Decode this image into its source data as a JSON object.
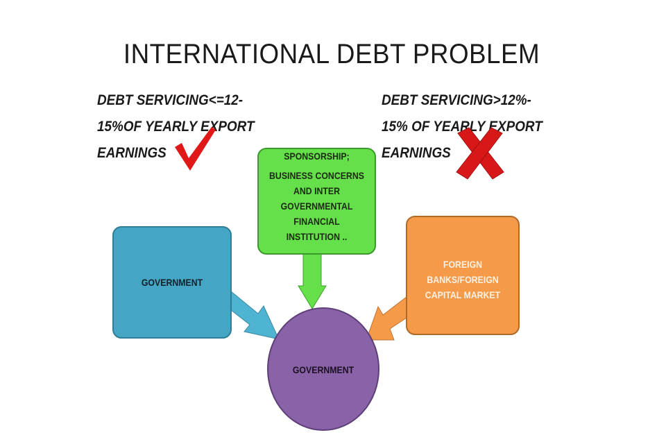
{
  "title": "INTERNATIONAL DEBT PROBLEM",
  "conditions": {
    "acceptable": {
      "text": "DEBT SERVICING<=12-\n15%OF YEARLY EXPORT\nEARNINGS",
      "icon": "check-icon",
      "color": "#e01010"
    },
    "unacceptable": {
      "text": "DEBT SERVICING>12%-\n15% OF YEARLY EXPORT\nEARNINGS",
      "icon": "cross-icon",
      "color": "#d01010"
    }
  },
  "nodes": {
    "sponsorship": {
      "line1": "SPONSORSHIP;",
      "line2": "BUSINESS CONCERNS\nAND INTER\nGOVERNMENTAL\nFINANCIAL\nINSTITUTION ..",
      "color": "#66e04a"
    },
    "government_source": {
      "label": "GOVERNMENT",
      "color": "#45a5c4"
    },
    "foreign": {
      "label": "FOREIGN\nBANKS/FOREIGN\nCAPITAL MARKET",
      "color": "#f49a48"
    },
    "government_target": {
      "label": "GOVERNMENT",
      "color": "#8a62a8"
    }
  }
}
